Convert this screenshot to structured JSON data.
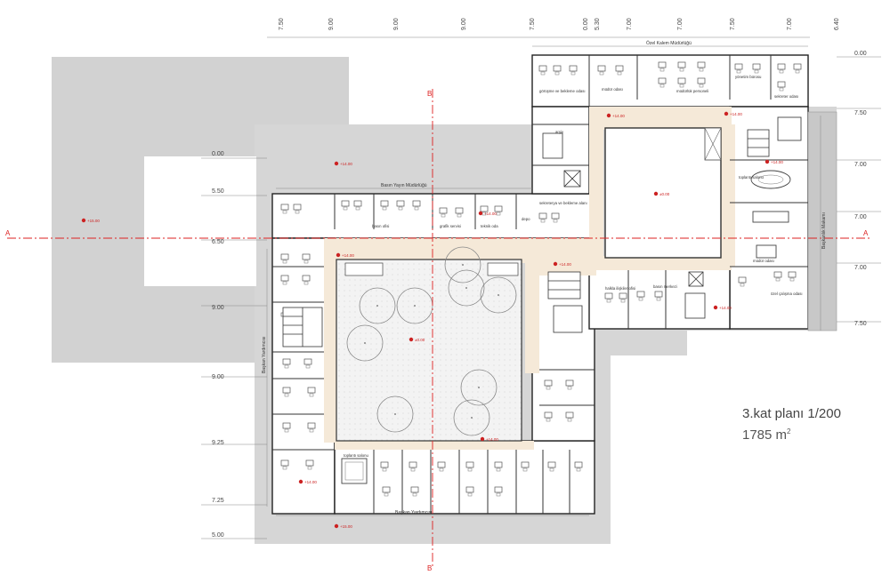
{
  "title": {
    "name": "3.kat planı 1/200",
    "area_value": "1785 m",
    "area_exponent": "2"
  },
  "dimensions": {
    "top": [
      "7.50",
      "9.00",
      "9.00",
      "9.00",
      "7.50",
      "0.00",
      "5.30",
      "7.00",
      "7.00",
      "7.50",
      "7.00",
      "6.40"
    ],
    "right": [
      "0.00",
      "7.50",
      "7.00",
      "7.00",
      "7.00",
      "7.50"
    ],
    "left": [
      "0.00",
      "5.50",
      "6.50",
      "9.00",
      "9.00",
      "9.25",
      "7.25",
      "5.00"
    ]
  },
  "sections": {
    "a_left": "A",
    "a_right": "A",
    "b_top": "B",
    "b_bottom": "B"
  },
  "levels": {
    "roof_left": "+15.00",
    "roof_mid": "+14.00",
    "west_wing": "+14.00",
    "courtyard": "±0.00",
    "lightwell": "±0.00",
    "corridor_n": "+14.00",
    "corridor_e": "+14.00",
    "corridor_s": "+14.00",
    "south_room": "+14.00",
    "roof_bottom": "+15.00",
    "ne_corridor": "+14.00",
    "ne_corner": "+14.00",
    "east_hall": "+14.00",
    "north_room": "+14.00"
  },
  "labels": {
    "ozel_kalem": "Özel Kalem Müdürlüğü",
    "basin_yayin": "Basın Yayın Müdürlüğü",
    "baskan_yard_left": "Başkan Yardımcısı",
    "baskan_yard_bottom": "Başkan Yardımcısı",
    "baskanlik_makami": "Başkanlık Makamı",
    "gorusme": "görüşme ve bekleme odası",
    "mudur_odasi": "müdür odası",
    "mudurluk_personeli": "müdürlük personeli",
    "yonetim_burosu": "yönetim bürosu",
    "sekreter": "sekreter odası",
    "arsiv": "arşiv",
    "toplanti_ne": "toplantı salonu",
    "mudur_odasi_2": "müdür odası",
    "ozel_calisma": "özel çalışma odası",
    "basin_ofisi": "basın ofisi",
    "grafik_servisi": "grafik servisi",
    "teknik_oda": "teknik oda",
    "sekreterya": "sekreterya ve bekleme alanı",
    "depo": "depo",
    "halkla_iliskiler": "halkla ilişkiler ofisi",
    "basin_merkezi": "basın merkezi",
    "toplanti_sw": "toplantı salonu"
  }
}
